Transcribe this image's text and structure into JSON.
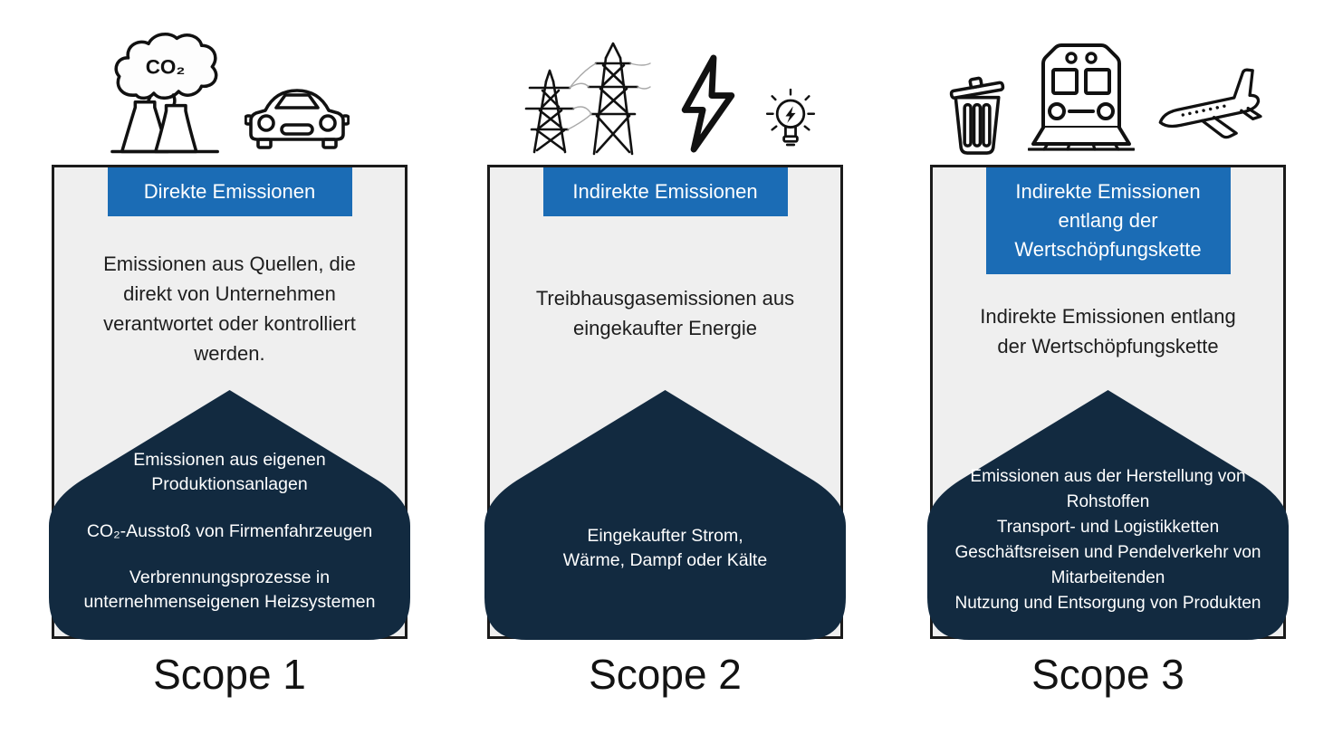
{
  "colors": {
    "badge_blue": "#1b6cb5",
    "arrow_navy": "#122a40",
    "card_background": "#efefef",
    "card_border": "#1b1b1b",
    "page_background": "#ffffff"
  },
  "columns": [
    {
      "id": "scope-1",
      "icons": [
        "factory-co2-icon",
        "car-icon"
      ],
      "co2_label": "CO₂",
      "badge": "Direkte Emissionen",
      "description": "Emissionen aus Quellen, die direkt von Unternehmen verantwortet oder kontrolliert werden.",
      "details": [
        "Emissionen aus eigenen Produktionsanlagen",
        "CO₂-Ausstoß von Firmenfahrzeugen",
        "Verbrennungsprozesse in unternehmenseigenen Heizsystemen"
      ],
      "label": "Scope 1"
    },
    {
      "id": "scope-2",
      "icons": [
        "power-towers-icon",
        "lightning-bolt-icon",
        "light-bulb-icon"
      ],
      "badge": "Indirekte Emissionen",
      "description": "Treibhausgasemissionen aus eingekaufter Energie",
      "details": [
        "Eingekaufter Strom, Wärme, Dampf oder Kälte"
      ],
      "label": "Scope 2"
    },
    {
      "id": "scope-3",
      "icons": [
        "trash-can-icon",
        "train-icon",
        "airplane-icon"
      ],
      "badge": "Indirekte Emissionen entlang der Wertschöpfungskette",
      "description": "Indirekte Emissionen entlang der Wertschöpfungskette",
      "details": [
        "Emissionen aus der Herstellung von Rohstoffen",
        "Transport- und Logistikketten",
        "Geschäftsreisen und Pendelverkehr von Mitarbeitenden",
        "Nutzung und Entsorgung von Produkten"
      ],
      "label": "Scope 3"
    }
  ]
}
